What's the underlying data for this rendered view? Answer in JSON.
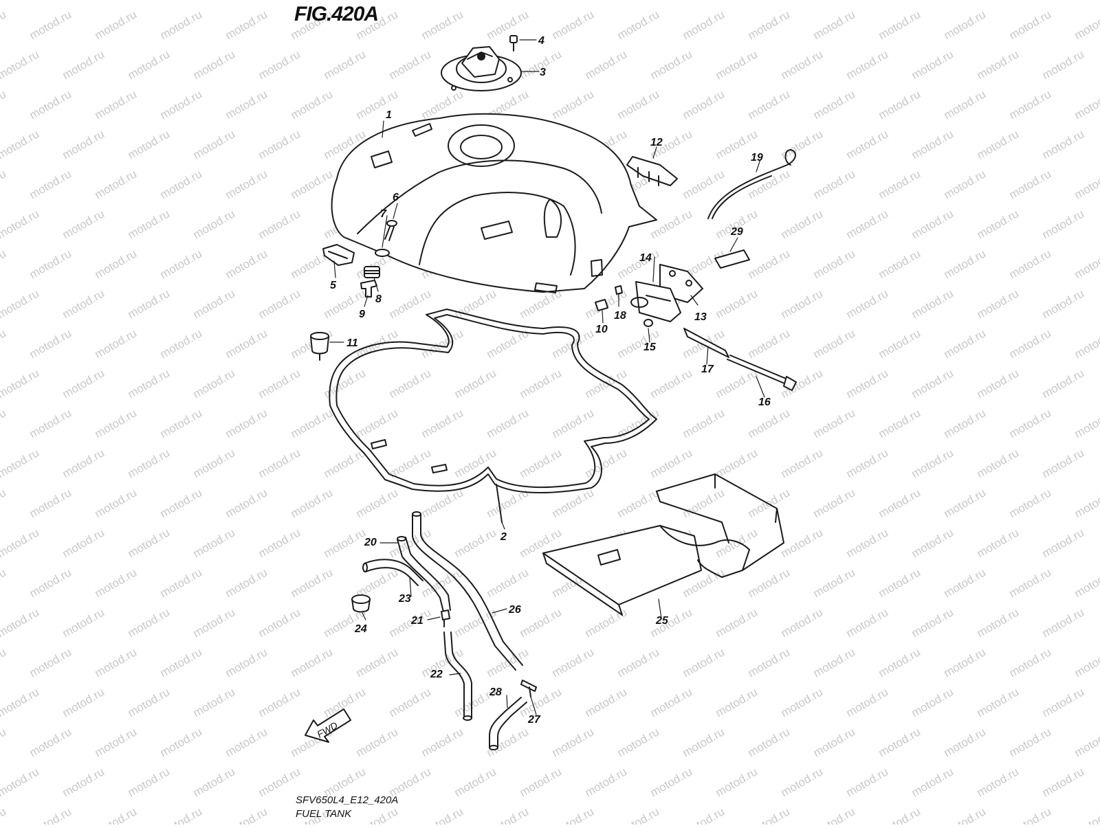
{
  "figure": {
    "title": "FIG.420A",
    "code": "SFV650L4_E12_420A",
    "name": "FUEL TANK"
  },
  "watermark": {
    "text": "motod.ru"
  },
  "fwd_label": "FWD",
  "callouts": [
    "1",
    "2",
    "3",
    "4",
    "5",
    "6",
    "7",
    "8",
    "9",
    "10",
    "11",
    "12",
    "13",
    "14",
    "15",
    "16",
    "17",
    "18",
    "19",
    "20",
    "21",
    "22",
    "23",
    "24",
    "25",
    "26",
    "27",
    "28",
    "29"
  ],
  "colors": {
    "line": "#1a1a1a",
    "watermark": "#c8c8c8",
    "background": "#ffffff"
  }
}
